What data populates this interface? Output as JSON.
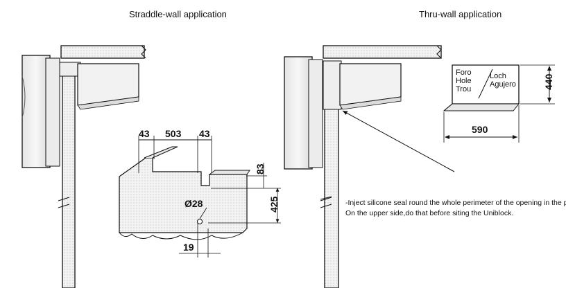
{
  "titles": {
    "straddle": "Straddle-wall application",
    "thru": "Thru-wall application"
  },
  "hole_legend": {
    "left": [
      "Foro",
      "Hole",
      "Trou"
    ],
    "right": [
      "Loch",
      "Agujero"
    ]
  },
  "dimensions": {
    "hole_width": "590",
    "hole_height": "440",
    "flange_left": "43",
    "opening": "503",
    "flange_right": "43",
    "height_top": "83",
    "height_hole": "425",
    "pipe_diameter": "Ø28",
    "pipe_offset": "19"
  },
  "notes": [
    "-Inject silicone seal round the whole perimeter of the opening in the panel.",
    "On the upper side,do that before siting the Uniblock."
  ]
}
